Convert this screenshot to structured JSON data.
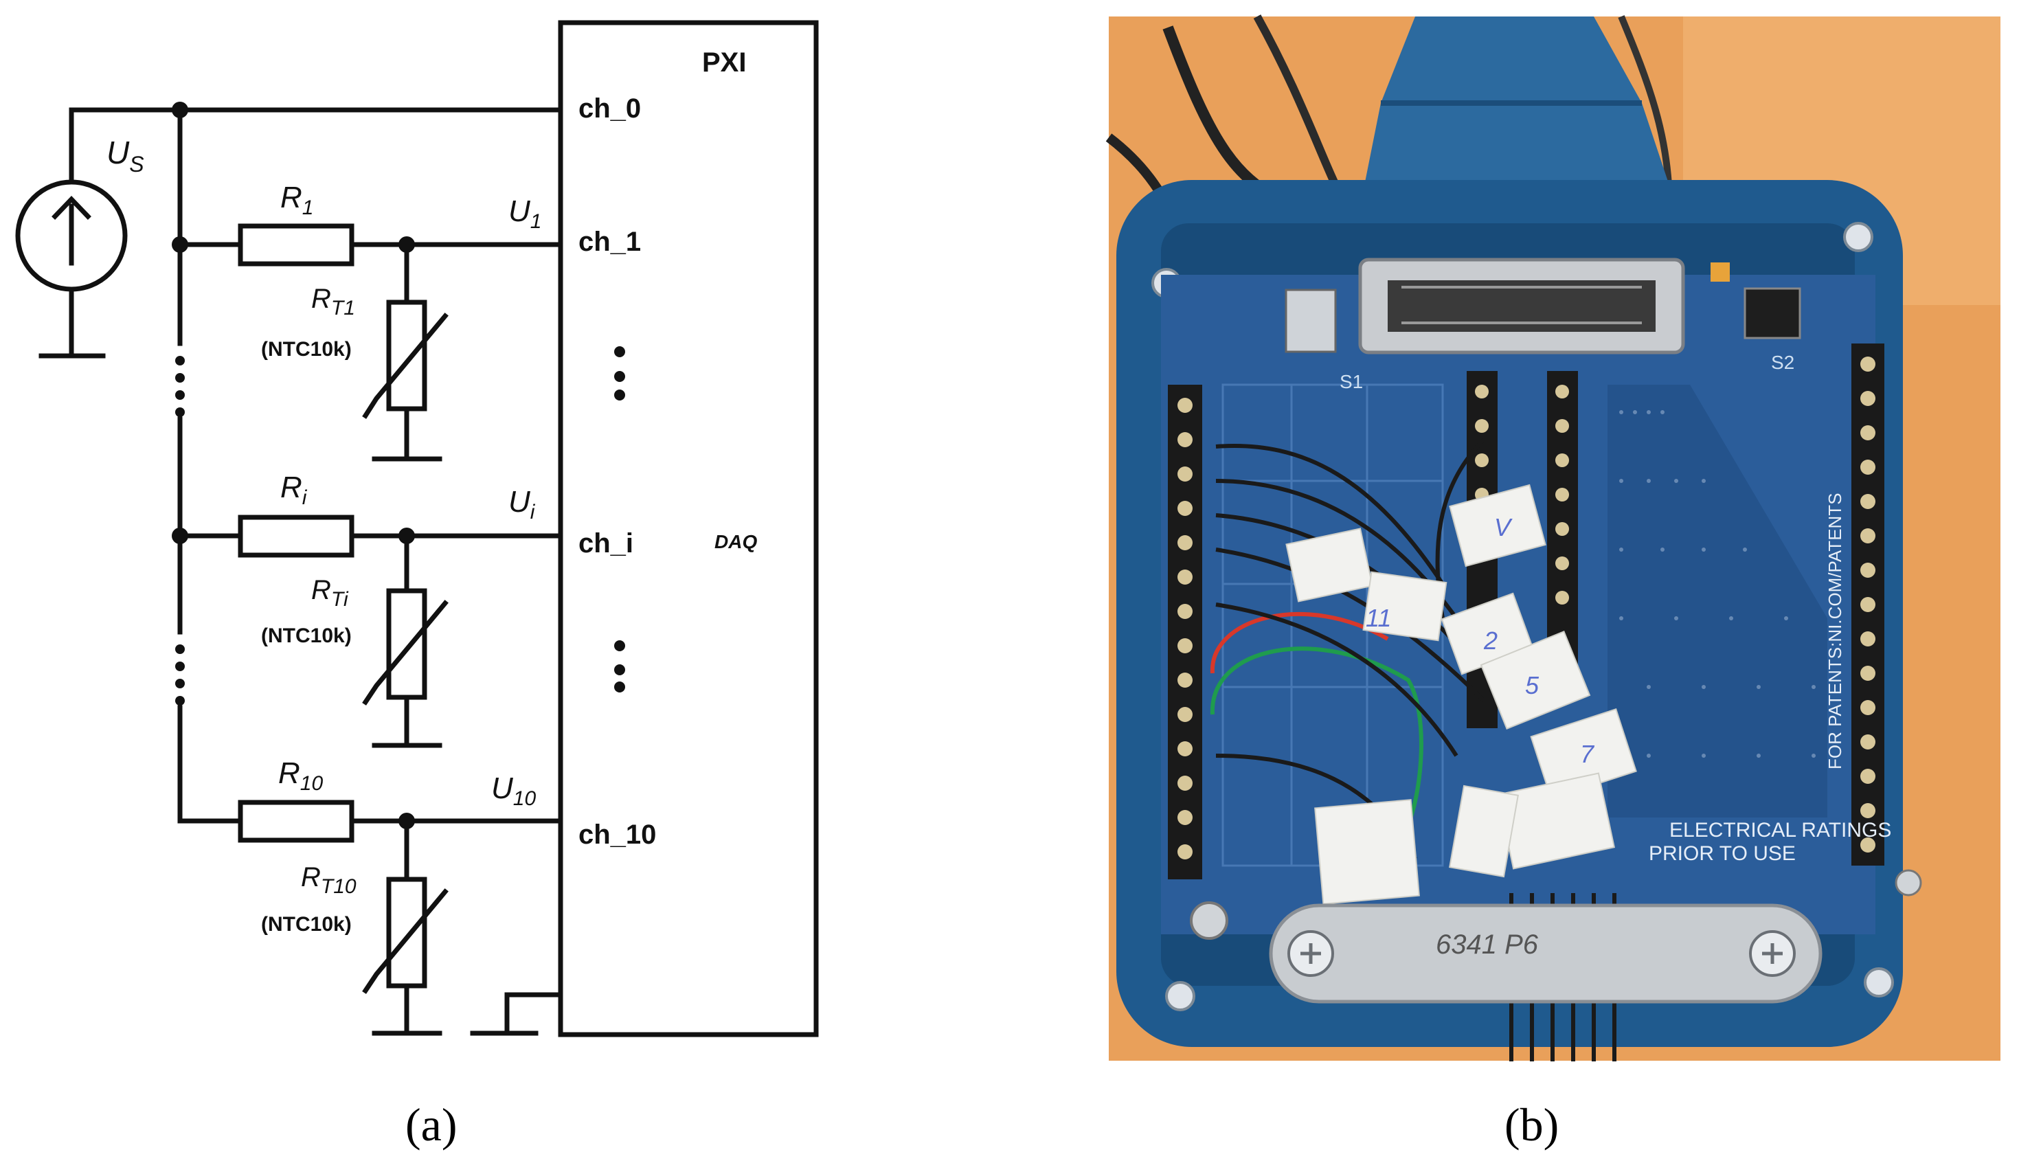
{
  "panel_a": {
    "caption": "(a)",
    "pxi_label": "PXI",
    "daq_label": "DAQ",
    "source": {
      "symbol": "U",
      "sub": "S"
    },
    "channels": [
      "ch_0",
      "ch_1",
      "ch_i",
      "ch_10"
    ],
    "branches": [
      {
        "r_sym": "R",
        "r_sub": "1",
        "u_sym": "U",
        "u_sub": "1",
        "rt_sym": "R",
        "rt_sub": "T1",
        "ntc": "(NTC10k)"
      },
      {
        "r_sym": "R",
        "r_sub": "i",
        "u_sym": "U",
        "u_sub": "i",
        "rt_sym": "R",
        "rt_sub": "Ti",
        "ntc": "(NTC10k)"
      },
      {
        "r_sym": "R",
        "r_sub": "10",
        "u_sym": "U",
        "u_sub": "10",
        "rt_sym": "R",
        "rt_sub": "T10",
        "ntc": "(NTC10k)"
      }
    ]
  },
  "panel_b": {
    "caption": "(b)",
    "board_text_1": "ELECTRICAL RATINGS",
    "board_text_2": "PRIOR TO USE",
    "board_side_text": "FOR PATENTS:NI.COM/PATENTS",
    "s1_label": "S1",
    "s2_label": "S2",
    "plate_text": "6341 P6",
    "tag_marks": [
      "11",
      "V",
      "5",
      "2",
      "7"
    ]
  },
  "colors": {
    "ink": "#111111",
    "desk": "#e9a05a",
    "enclosure": "#1f5a8e",
    "board": "#2b5d9a",
    "terminal": "#1a1a1a",
    "label_tape": "#f2f2ef"
  }
}
